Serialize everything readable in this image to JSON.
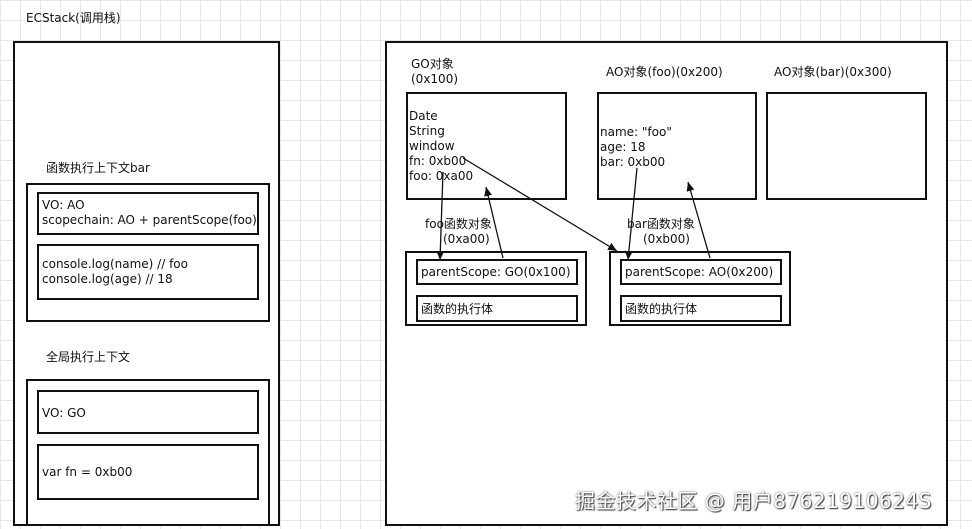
{
  "ecstack": {
    "title": "ECStack(调用栈)",
    "bar_context": {
      "title": "函数执行上下文bar",
      "vo": "VO: AO",
      "scopechain": "scopechain: AO + parentScope(foo)",
      "code": [
        "console.log(name) // foo",
        "console.log(age) // 18"
      ]
    },
    "global_context": {
      "title": "全局执行上下文",
      "vo": "VO: GO",
      "code": "var fn = 0xb00"
    }
  },
  "heap": {
    "go": {
      "title_line1": "GO对象",
      "title_line2": "(0x100)",
      "props": [
        "Date",
        "String",
        "window",
        "fn: 0xb00",
        "foo: 0xa00"
      ]
    },
    "ao_foo": {
      "title": "AO对象(foo)(0x200)",
      "props": [
        "name: \"foo\"",
        "age: 18",
        "bar: 0xb00"
      ]
    },
    "ao_bar": {
      "title": "AO对象(bar)(0x300)"
    },
    "foo_func": {
      "title_line1": "foo函数对象",
      "title_line2": "(0xa00)",
      "parent_scope": "parentScope: GO(0x100)",
      "body": "函数的执行体"
    },
    "bar_func": {
      "title_line1": "bar函数对象",
      "title_line2": "(0xb00)",
      "parent_scope": "parentScope: AO(0x200)",
      "body": "函数的执行体"
    }
  },
  "watermark": "掘金技术社区 @ 用户87621910624S"
}
